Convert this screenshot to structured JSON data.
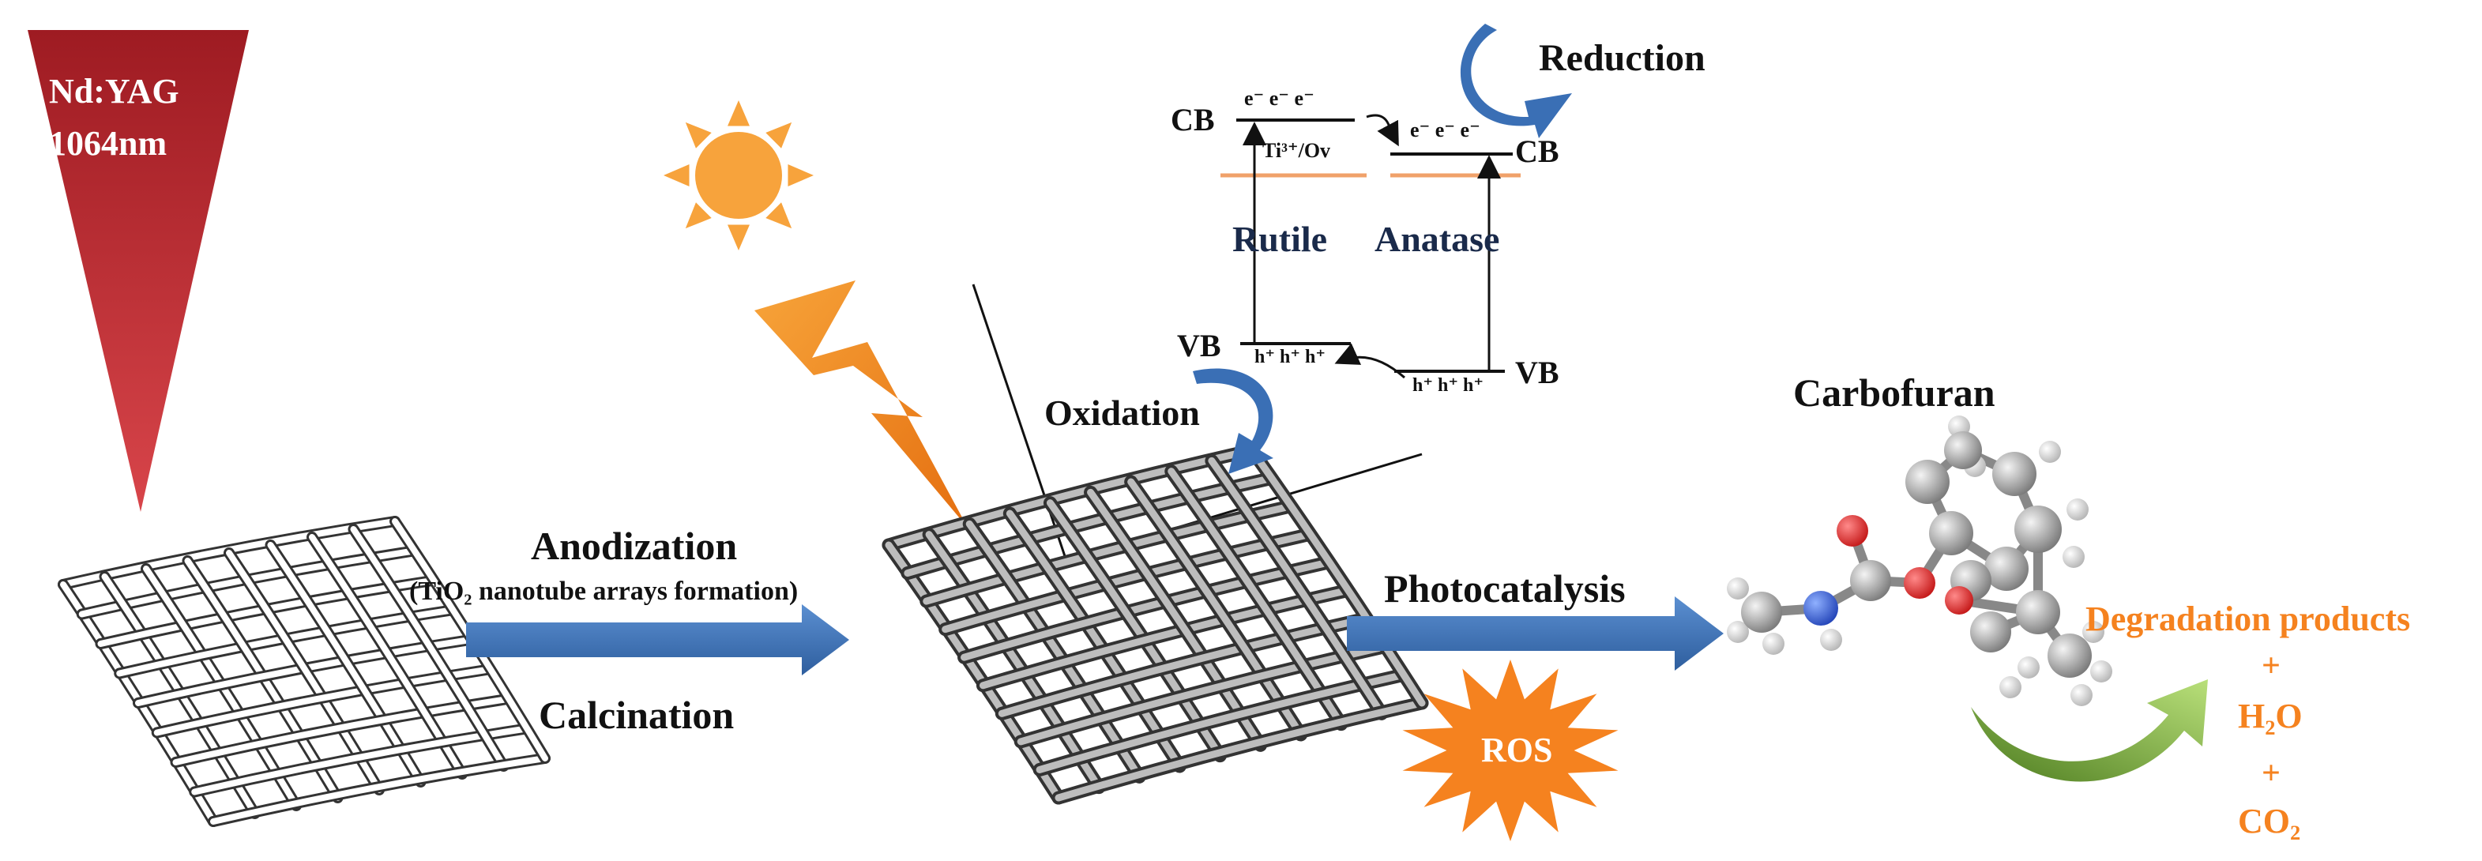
{
  "laser": {
    "line1": "Nd:YAG",
    "line2": "1064nm"
  },
  "band": {
    "cb_left": "CB",
    "cb_right": "CB",
    "vb_left": "VB",
    "vb_right": "VB",
    "electrons_left": "e⁻ e⁻ e⁻",
    "electrons_right": "e⁻ e⁻ e⁻",
    "holes_left": "h⁺ h⁺ h⁺",
    "holes_right": "h⁺ h⁺ h⁺",
    "defect": "Ti³⁺/Ov",
    "rutile": "Rutile",
    "anatase": "Anatase",
    "reduction": "Reduction",
    "oxidation": "Oxidation"
  },
  "process": {
    "anodization": "Anodization",
    "anodization_sub": "(TiO₂ nanotube arrays formation)",
    "calcination": "Calcination",
    "photocatalysis": "Photocatalysis",
    "ros": "ROS"
  },
  "molecule": {
    "name": "Carbofuran"
  },
  "products": {
    "line1": "Degradation products",
    "plus1": "+",
    "line2": "H₂O",
    "plus2": "+",
    "line3": "CO₂"
  },
  "colors": {
    "laser": "#c1272d",
    "arrow_blue": "#3a6fb5",
    "sun": "#f7a33c",
    "bolt": "#f28a1d",
    "ros": "#f5821f",
    "products": "#f5821f",
    "green_arrow": "#8dc63f",
    "band_line": "#f0a16a"
  }
}
